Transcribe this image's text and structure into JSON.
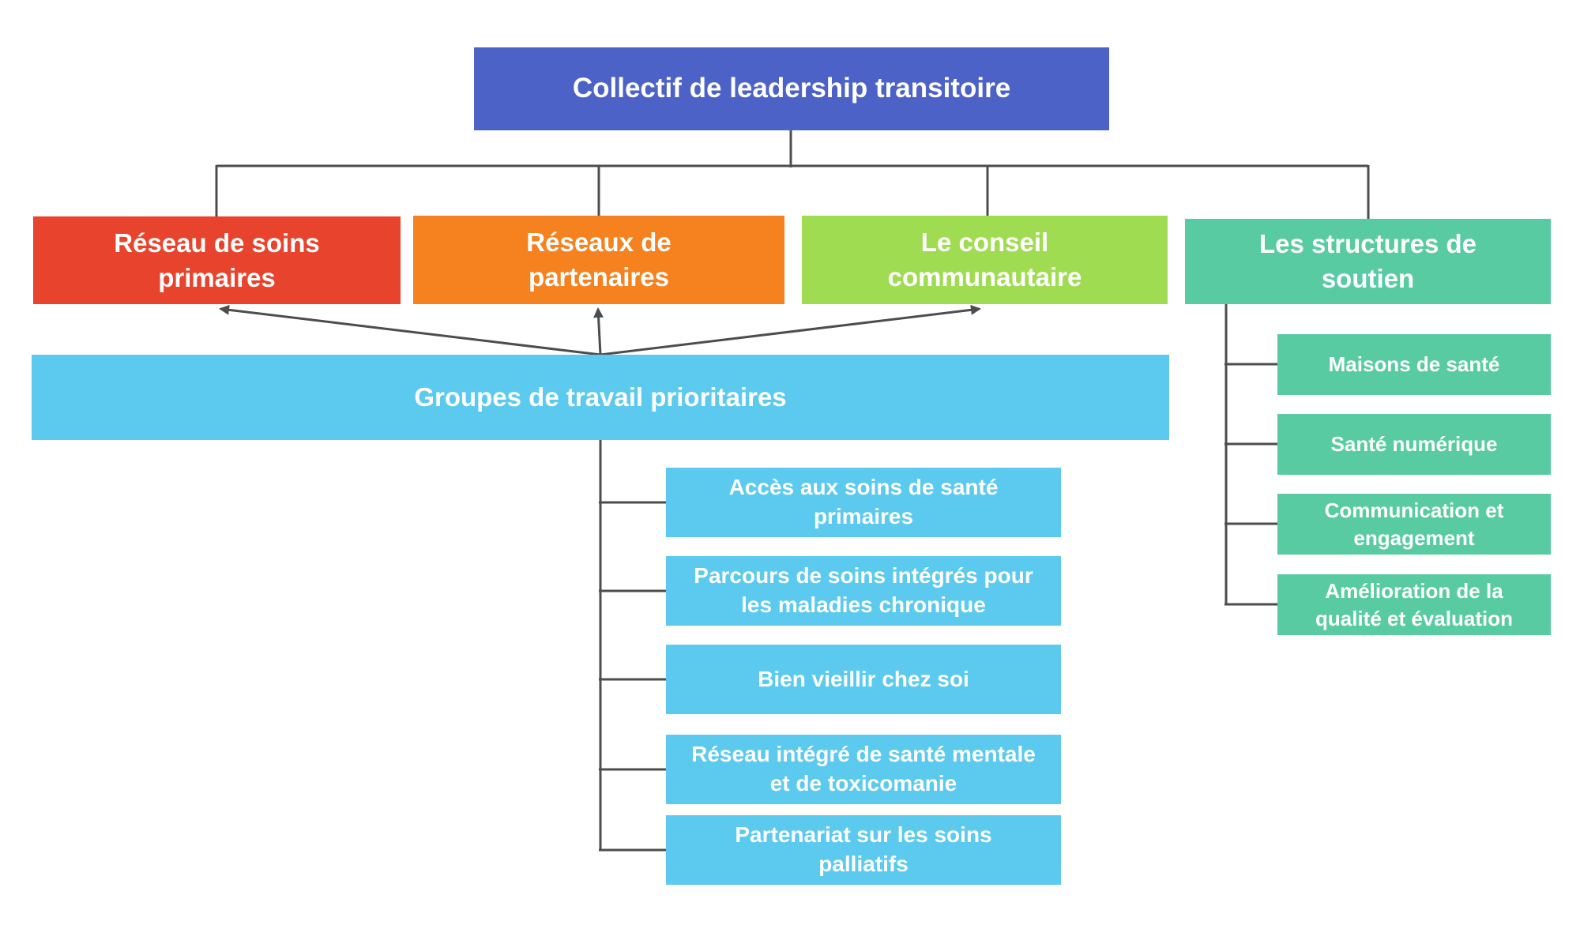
{
  "palette": {
    "title_bg": "#4d62c6",
    "primary_care_bg": "#e8432c",
    "partners_bg": "#f5811f",
    "council_bg": "#a0dc52",
    "support_bg": "#58cba3",
    "workgroup_bg": "#5bcaee",
    "line_color": "#4d4d4d",
    "text_color": "#ffffff"
  },
  "nodes": {
    "title": "Collectif de leadership transitoire",
    "level2": [
      {
        "label": "Réseau de soins primaires"
      },
      {
        "label": "Réseaux de partenaires"
      },
      {
        "label": "Le conseil communautaire"
      },
      {
        "label": "Les structures de soutien"
      }
    ],
    "workgroups_header": "Groupes de travail prioritaires",
    "workgroups": [
      {
        "label": "Accès aux soins de santé primaires"
      },
      {
        "label": "Parcours de soins intégrés pour les maladies chronique"
      },
      {
        "label": "Bien vieillir chez soi"
      },
      {
        "label": "Réseau intégré de santé mentale et de toxicomanie"
      },
      {
        "label": "Partenariat sur les soins palliatifs"
      }
    ],
    "support_structures": [
      {
        "label": "Maisons de santé"
      },
      {
        "label": "Santé numérique"
      },
      {
        "label": "Communication et engagement"
      },
      {
        "label": "Amélioration de la qualité et évaluation"
      }
    ]
  }
}
